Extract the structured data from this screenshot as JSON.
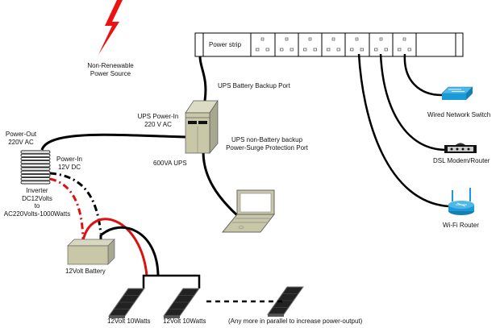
{
  "diagram": {
    "power_source": {
      "label_line1": "Non-Renewable",
      "label_line2": "Power Source",
      "icon": "lightning-bolt-icon"
    },
    "power_strip": {
      "label": "Power strip",
      "outlet_count": 7
    },
    "ups": {
      "battery_port_label": "UPS Battery Backup Port",
      "power_in_line1": "UPS Power-In",
      "power_in_line2": "220 V AC",
      "surge_port_line1": "UPS non-Battery backup",
      "surge_port_line2": "Power-Surge Protection Port",
      "model_label": "600VA   UPS"
    },
    "inverter": {
      "power_out_line1": "Power-Out",
      "power_out_line2": "220V AC",
      "power_in_line1": "Power-In",
      "power_in_line2": "12V DC",
      "label_line1": "Inverter",
      "label_line2": "DC12Volts",
      "label_line3": "to",
      "label_line4": "AC220Volts-1000Watts"
    },
    "battery": {
      "label": "12Volt  Battery"
    },
    "solar_panels": [
      {
        "label": "12Volt  10Watts"
      },
      {
        "label": "12Volt  10Watts"
      },
      {
        "label": "(Any more in parallel to increase power-output)"
      }
    ],
    "devices": [
      {
        "label": "Wired Network Switch"
      },
      {
        "label": "DSL Modem/Router"
      },
      {
        "label": "Wi-Fi Router"
      }
    ],
    "colors": {
      "lightning": "#ee1111",
      "cable_black": "#000000",
      "cable_red": "#dd1111",
      "device_blue": "#1a9ad6",
      "ups_beige": "#c8c8a8",
      "panel": "#222222"
    }
  }
}
